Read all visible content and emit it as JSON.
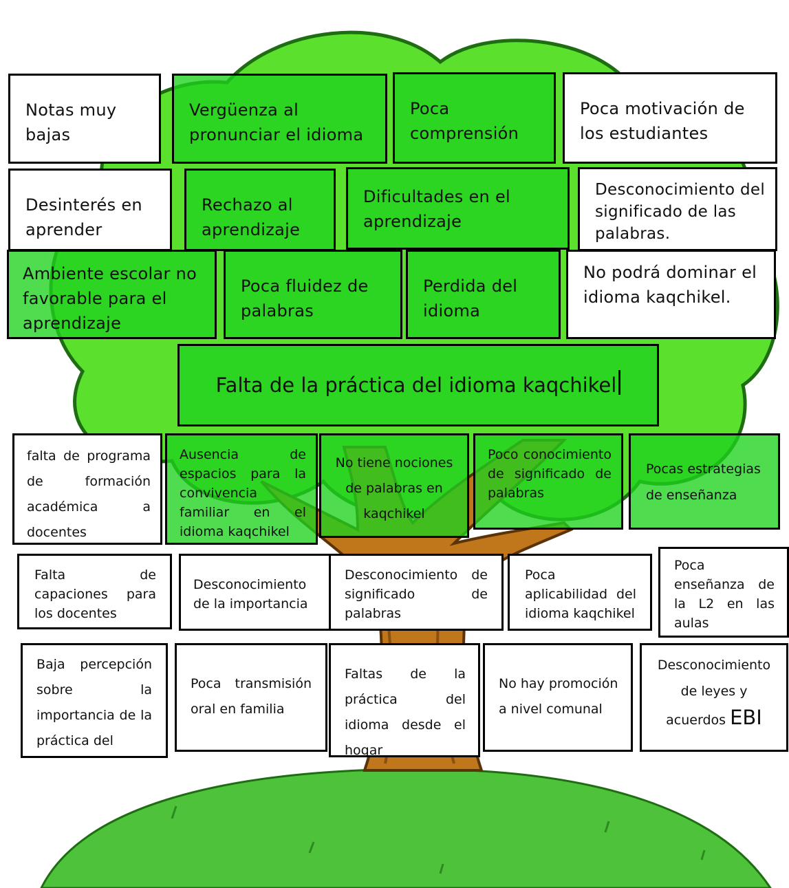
{
  "diagram": {
    "central_problem": "Falta de la práctica del idioma kaqchikel",
    "effects": [
      "Notas muy bajas",
      "Vergüenza al pronunciar el idioma",
      "Poca comprensión",
      "Poca motivación de los estudiantes",
      "Desinterés en aprender",
      "Rechazo al aprendizaje",
      "Dificultades en el aprendizaje",
      "Desconocimiento del significado de las palabras.",
      "Ambiente escolar no favorable para el aprendizaje",
      "Poca fluidez de palabras",
      "Perdida del idioma",
      "No podrá dominar el idioma kaqchikel."
    ],
    "causes": [
      "falta de programa de formación académica a docentes",
      "Ausencia de espacios para la convivencia familiar en el idioma kaqchikel",
      "No tiene nociones de palabras en kaqchikel",
      "Poco conocimiento de significado de palabras",
      "Pocas estrategias de enseñanza",
      "Falta de capaciones para los docentes",
      "Desconocimiento de la importancia",
      "Desconocimiento de significado de palabras",
      "Poca aplicabilidad del idioma kaqchikel",
      "Poca enseñanza de la L2 en las aulas",
      "Baja percepción sobre la importancia de la práctica del",
      "Poca transmisión oral en familia",
      "Faltas de la práctica del idioma desde el hogar",
      "No hay promoción a nivel comunal",
      "Desconocimiento de leyes y acuerdos",
      "EBI"
    ]
  },
  "colors": {
    "foliage": "#5be02e",
    "foliage_dark": "#2f9e1c",
    "trunk": "#c0761b",
    "trunk_dark": "#8a4f12",
    "grass": "#4ec23a",
    "green_box": "#1ed21e"
  }
}
